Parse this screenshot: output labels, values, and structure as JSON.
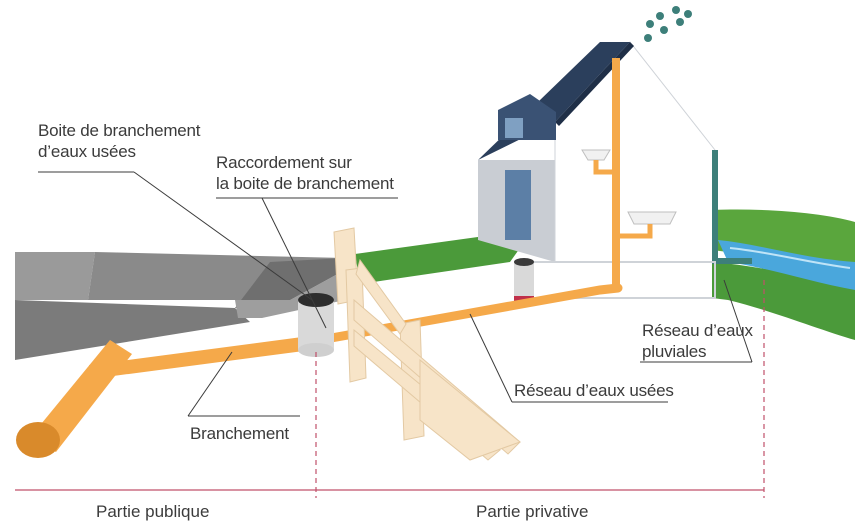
{
  "labels": {
    "boite_eaux_usees": "Boite de branchement\nd’eaux usées",
    "raccordement": "Raccordement sur\nla boite de branchement",
    "reseau_pluviales": "Réseau d’eaux\npluviales",
    "reseau_usees": "Réseau d’eaux usées",
    "branchement": "Branchement"
  },
  "zones": {
    "publique": "Partie publique",
    "privative": "Partie privative"
  },
  "colors": {
    "pipe": "#f5a94a",
    "pipe_dark": "#d98a2b",
    "road": "#8c8c8c",
    "road_dark": "#6f6f6f",
    "grass": "#4b9a3a",
    "roof": "#2b3f5c",
    "wall": "#ffffff",
    "gable": "#c9cdd3",
    "fence": "#f7e4c8",
    "water": "#4aa7dc",
    "rain_pipe": "#3d7f7a",
    "divider": "#c0506a"
  }
}
